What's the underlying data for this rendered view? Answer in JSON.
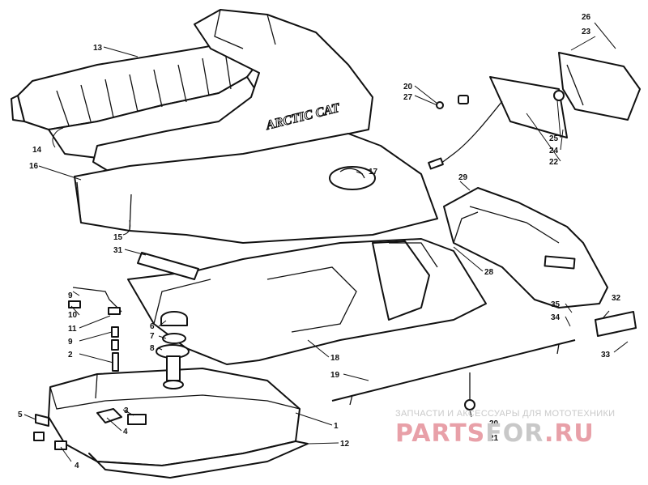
{
  "diagram": {
    "brand_text": "ARCTIC CAT",
    "callouts": {
      "c1": "1",
      "c2": "2",
      "c3": "3",
      "c4a": "4",
      "c4b": "4",
      "c5": "5",
      "c6": "6",
      "c7": "7",
      "c8": "8",
      "c9a": "9",
      "c9b": "9",
      "c10": "10",
      "c11": "11",
      "c12": "12",
      "c13": "13",
      "c14": "14",
      "c15": "15",
      "c16": "16",
      "c17": "17",
      "c18": "18",
      "c19": "19",
      "c20a": "20",
      "c20b": "20",
      "c21": "21",
      "c22": "22",
      "c23": "23",
      "c24": "24",
      "c25": "25",
      "c26": "26",
      "c27": "27",
      "c28": "28",
      "c29": "29",
      "c31": "31",
      "c32": "32",
      "c33": "33",
      "c34": "34",
      "c35": "35"
    }
  },
  "watermark": {
    "caption": "ЗАПЧАСТИ И АКСЕССУАРЫ ДЛЯ МОТОТЕХНИКИ",
    "logo_part1": "PARTS",
    "logo_part2": "FOR",
    "logo_part3": ".RU"
  }
}
